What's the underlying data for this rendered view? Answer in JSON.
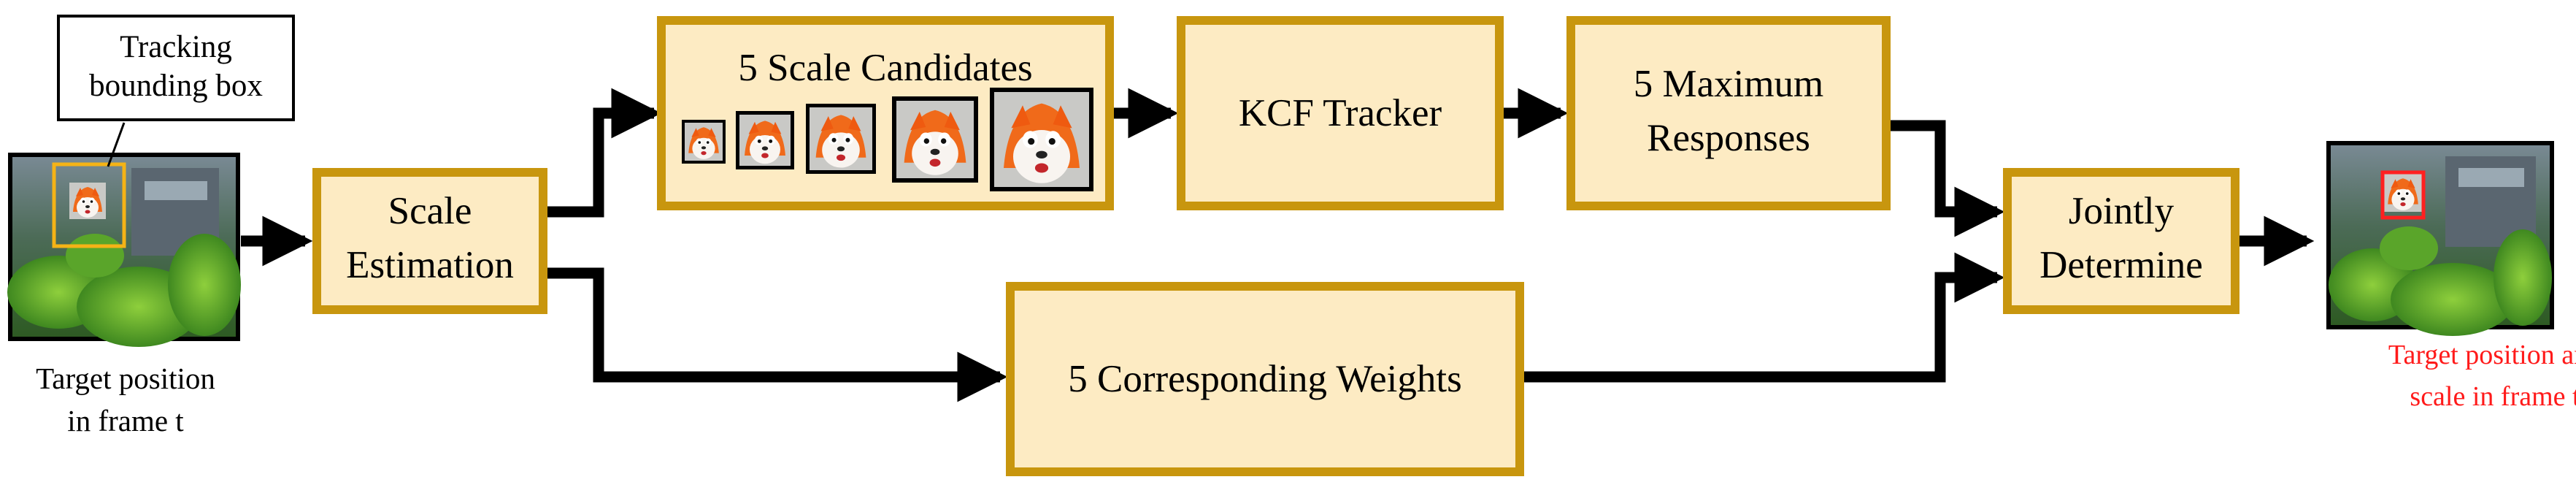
{
  "input_frame": {
    "callout_line1": "Tracking",
    "callout_line2": "bounding box",
    "caption_line1": "Target position",
    "caption_line2": "in frame t"
  },
  "output_frame": {
    "caption_line1": "Target position and",
    "caption_line2": "scale in frame t"
  },
  "boxes": {
    "scale_estimation": {
      "line1": "Scale",
      "line2": "Estimation"
    },
    "scale_candidates": {
      "title": "5 Scale Candidates",
      "count": 5
    },
    "kcf_tracker": {
      "label": "KCF Tracker"
    },
    "max_responses": {
      "line1": "5 Maximum",
      "line2": "Responses"
    },
    "weights": {
      "label": "5 Corresponding Weights"
    },
    "jointly_determine": {
      "line1": "Jointly",
      "line2": "Determine"
    }
  },
  "colors": {
    "box_fill": "#fdebc3",
    "box_border": "#c8960e",
    "arrow": "#000000",
    "tracking_box": "#f5b316",
    "result_box": "#ff2020",
    "output_caption": "#ff1a1a"
  }
}
